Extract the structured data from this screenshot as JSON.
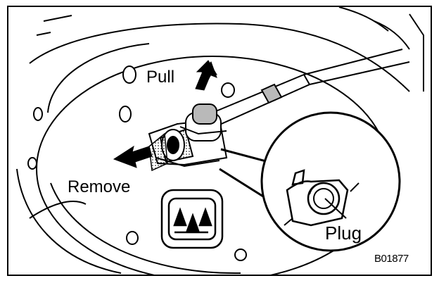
{
  "labels": {
    "pull": "Pull",
    "remove": "Remove",
    "plug": "Plug",
    "figure_code": "B01877"
  },
  "colors": {
    "ink": "#000000",
    "paper": "#ffffff",
    "shade": "#b9b9b9"
  }
}
